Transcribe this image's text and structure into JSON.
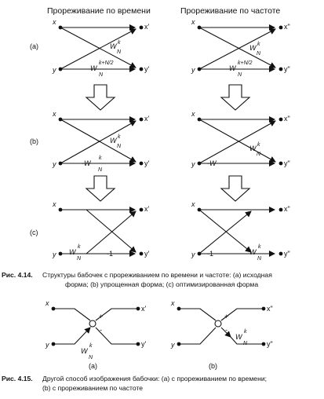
{
  "headers": {
    "time": "Прореживание по времени",
    "freq": "Прореживание по частоте"
  },
  "row_labels": {
    "a": "(a)",
    "b": "(b)",
    "c": "(c)"
  },
  "nodes": {
    "x": "x",
    "y": "y",
    "x1": "x'",
    "y1": "y'",
    "x2": "x\"",
    "y2": "y\""
  },
  "weights": {
    "W": "W",
    "sub": "N",
    "k": "k",
    "k_half": "k+N/2",
    "neg_W": "-W",
    "minus_one": "-1"
  },
  "signs": {
    "plus": "+",
    "minus": "-"
  },
  "fig_414": {
    "number": "Рис. 4.14.",
    "line1": "Структуры бабочек с прореживанием по времени и частоте: (а) исходная",
    "line2": "форма; (b) упрощенная форма; (с) оптимизированная форма"
  },
  "fig_415": {
    "sub_a": "(a)",
    "sub_b": "(b)",
    "number": "Рис. 4.15.",
    "line1": "Другой способ изображения бабочки: (а) с прореживанием по времени;",
    "line2": "(b) с прореживанием по частоте"
  }
}
